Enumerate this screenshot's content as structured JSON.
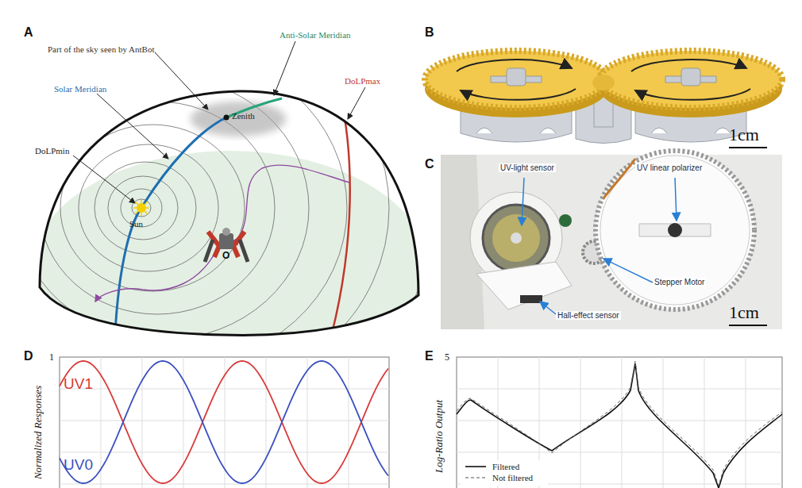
{
  "diagram": {
    "labels": [
      "A",
      "Part of the sky seen by AntBot",
      "Anti-Solar Meridian",
      "Solar Meridian",
      "DoLPmin",
      "Zenith",
      "DoLPmax",
      "Sun",
      "O",
      "B",
      "1cm",
      "C",
      "UV-light sensor",
      "UV linear polarizer",
      "Stepper Motor",
      "Hall-effect sensor",
      "1cm",
      "D",
      "1",
      "UV1",
      "UV0",
      "Normalized Responses",
      "E",
      "5",
      "Log-Ratio Output"
    ],
    "legend": [
      {
        "text": "Filtered"
      },
      {
        "text": "Not filtered"
      }
    ]
  }
}
